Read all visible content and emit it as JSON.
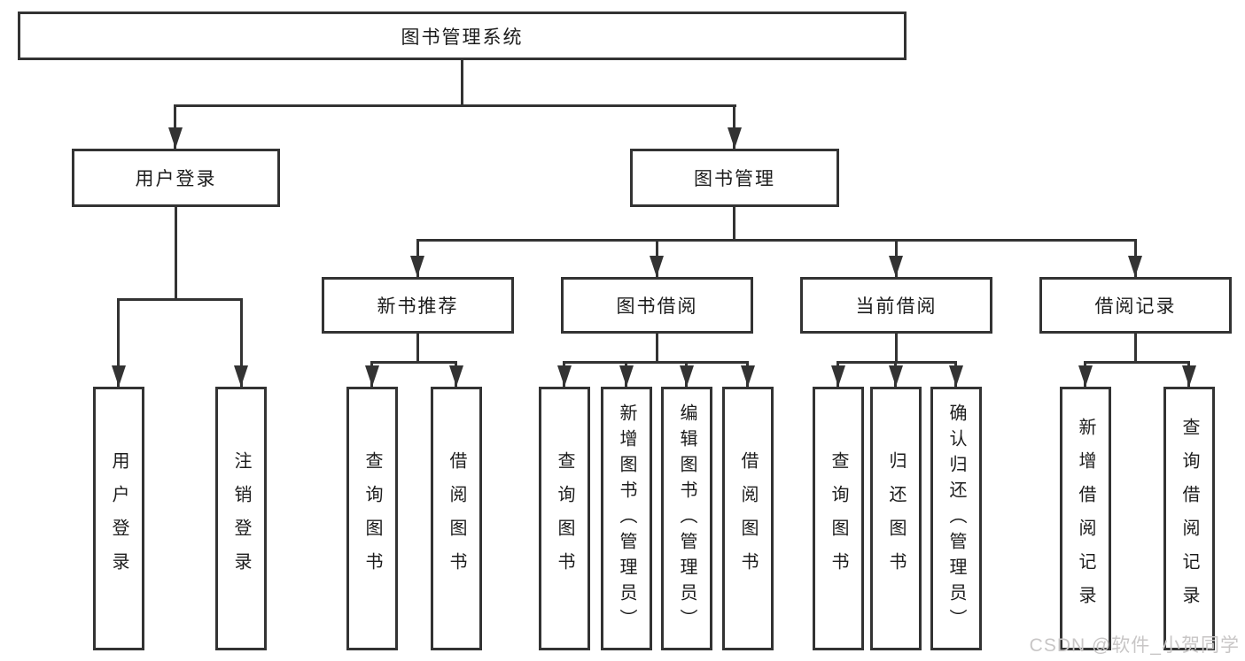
{
  "diagram": {
    "root": "图书管理系统",
    "user_login": {
      "label": "用户登录",
      "children": [
        "用户登录",
        "注销登录"
      ]
    },
    "book_mgmt": {
      "label": "图书管理",
      "sections": [
        {
          "label": "新书推荐",
          "children": [
            "查询图书",
            "借阅图书"
          ]
        },
        {
          "label": "图书借阅",
          "children": [
            "查询图书",
            "新增图书（管理员）",
            "编辑图书（管理员）",
            "借阅图书"
          ]
        },
        {
          "label": "当前借阅",
          "children": [
            "查询图书",
            "归还图书",
            "确认归还（管理员）"
          ]
        },
        {
          "label": "借阅记录",
          "children": [
            "新增借阅记录",
            "查询借阅记录"
          ]
        }
      ]
    }
  },
  "watermark": "CSDN @软件_小贺同学",
  "colors": {
    "line": "#333333",
    "background": "#ffffff",
    "text": "#1c1c1c",
    "watermark": "#c8c6c6"
  }
}
